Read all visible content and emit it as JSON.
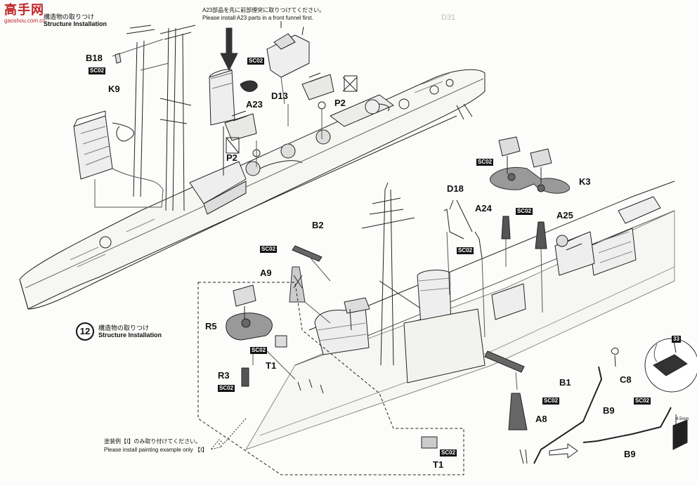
{
  "watermark": {
    "logo_text": "高手网",
    "logo_sub": "gaoshou.com.cn"
  },
  "step11": {
    "title_jp": "構造物の取りつけ",
    "title_en": "Structure Installation"
  },
  "step12": {
    "number": "12",
    "title_jp": "構造物の取りつけ",
    "title_en": "Structure Installation"
  },
  "top_note": {
    "jp": "A23部品を先に前部煙突に取りつけてください。",
    "en": "Please install A23 parts in a front funnel first."
  },
  "painting_note": {
    "jp": "塗装例【Ⅰ】のみ取り付けてください。",
    "en": "Please install painting example only 【Ⅰ】"
  },
  "page_marks": {
    "top_right": "D31"
  },
  "callout_number": "33",
  "dimension": "4.5mm",
  "tag": "SC02",
  "parts": {
    "B18": "B18",
    "K9": "K9",
    "A23": "A23",
    "D13": "D13",
    "P2": "P2",
    "D18": "D18",
    "A24": "A24",
    "A25": "A25",
    "K3": "K3",
    "B2": "B2",
    "A9": "A9",
    "R5": "R5",
    "T1": "T1",
    "R3": "R3",
    "B1": "B1",
    "C8": "C8",
    "B9": "B9",
    "A8": "A8"
  }
}
